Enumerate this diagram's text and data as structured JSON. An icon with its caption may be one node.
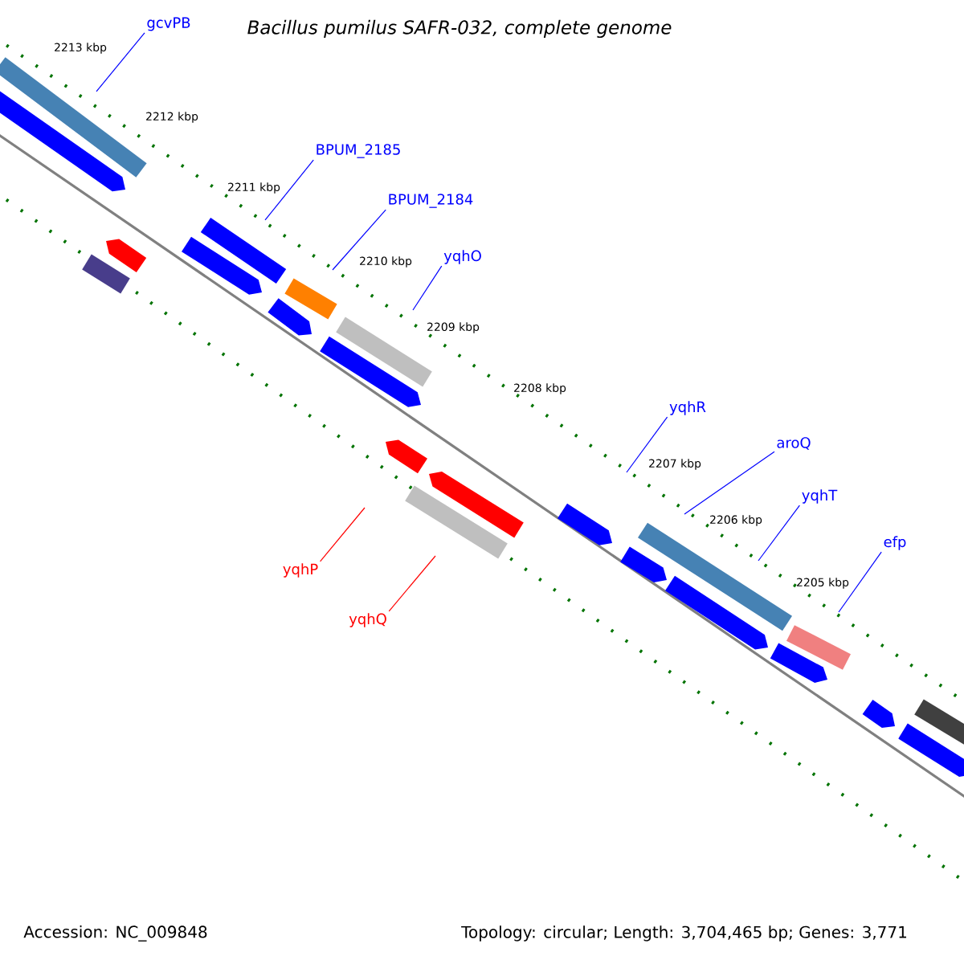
{
  "diagram": {
    "title": "Bacillus pumilus SAFR-032, complete genome",
    "nodes": [
      {
        "text": [
          "gcvPB"
        ]
      },
      {
        "text": [
          "BPUM_2185"
        ]
      },
      {
        "text": [
          "BPUM_2184"
        ]
      },
      {
        "text": [
          "yqhO"
        ]
      },
      {
        "text": [
          "yqhR"
        ]
      },
      {
        "text": [
          "aroQ"
        ]
      },
      {
        "text": [
          "yqhT"
        ]
      },
      {
        "text": [
          "efp"
        ]
      },
      {
        "text": [
          "yqhP"
        ]
      },
      {
        "text": [
          "yqhQ"
        ]
      }
    ],
    "edges": [
      {
        "from": 0,
        "to": null,
        "arrow": "none"
      },
      {
        "from": 1,
        "to": null,
        "arrow": "none"
      },
      {
        "from": 2,
        "to": null,
        "arrow": "none"
      },
      {
        "from": 3,
        "to": null,
        "arrow": "none"
      },
      {
        "from": 4,
        "to": null,
        "arrow": "none"
      },
      {
        "from": 5,
        "to": null,
        "arrow": "none"
      },
      {
        "from": 6,
        "to": null,
        "arrow": "none"
      },
      {
        "from": 7,
        "to": null,
        "arrow": "none"
      },
      {
        "from": 8,
        "to": null,
        "arrow": "none",
        "color": "#ff0000"
      },
      {
        "from": 9,
        "to": null,
        "arrow": "none",
        "color": "#ff0000"
      }
    ],
    "labels": [
      "2213 kbp",
      "2212 kbp",
      "2211 kbp",
      "2210 kbp",
      "2209 kbp",
      "2208 kbp",
      "2207 kbp",
      "2206 kbp",
      "2205 kbp",
      "Accession: NC_009848",
      "Topology: circular; Length: 3,704,465 bp; Genes: 3,771"
    ]
  }
}
